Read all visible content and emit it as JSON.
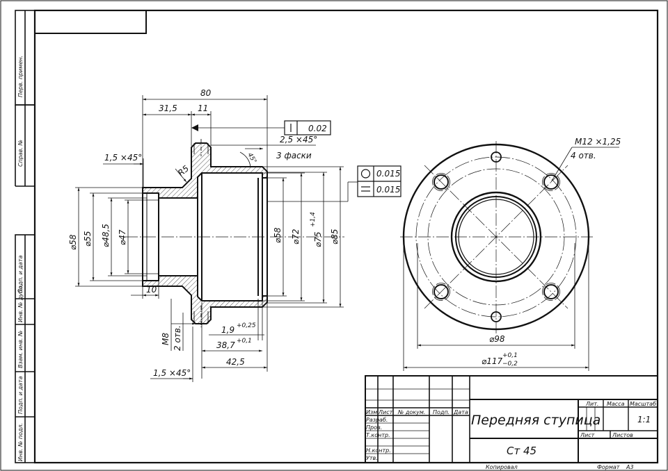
{
  "drawing": {
    "side_labels": [
      "Перв. примен.",
      "Справ. №",
      "Подп. и дата",
      "Инв. № дубл.",
      "Взам. инв. №",
      "Подп. и дата",
      "Инв. № подл."
    ],
    "dims": {
      "len80": "80",
      "len31_5": "31,5",
      "len11": "11",
      "flatness": "0.02",
      "chamfer_top": "2,5 ×45°",
      "chamfers_count": "3 фаски",
      "chamfer_left": "1,5 ×45°",
      "angle45": "45°",
      "r5": "R5",
      "circ_tol": "0.015",
      "flat_tol": "0.015",
      "d58_left": "⌀58",
      "d55": "⌀55",
      "d48_5": "⌀48,5",
      "d47": "⌀47",
      "d58_right": "⌀58",
      "d72": "⌀72",
      "d75": "⌀75",
      "d75_tol": "+1,4",
      "d85": "⌀85",
      "len10": "10",
      "m8": "M8",
      "m8_count": "2 отв.",
      "len1_9": "1,9",
      "len1_9_tol": "+0,25",
      "len38_7": "38,7",
      "len38_7_tol": "+0,1",
      "len42_5": "42,5",
      "chamfer_bottom": "1,5 ×45°",
      "m12": "M12 ×1,25",
      "m12_count": "4 отв.",
      "d98": "⌀98",
      "d117": "⌀117",
      "d117_tol_up": "+0,1",
      "d117_tol_down": "−0,2"
    },
    "title_block": {
      "col_headers": [
        "Изм.",
        "Лист",
        "№ докум.",
        "Подп.",
        "Дата"
      ],
      "rows": [
        "Разраб.",
        "Пров.",
        "Т.контр.",
        "Н.контр.",
        "Утв."
      ],
      "part_name": "Передняя ступица",
      "material": "Ст 45",
      "lit_label": "Лит.",
      "mass_label": "Масса",
      "scale_label": "Масштаб",
      "scale_value": "1:1",
      "sheet_label": "Лист",
      "sheets_label": "Листов",
      "copied": "Копировал",
      "format_label": "Формат",
      "format_value": "А3"
    }
  }
}
